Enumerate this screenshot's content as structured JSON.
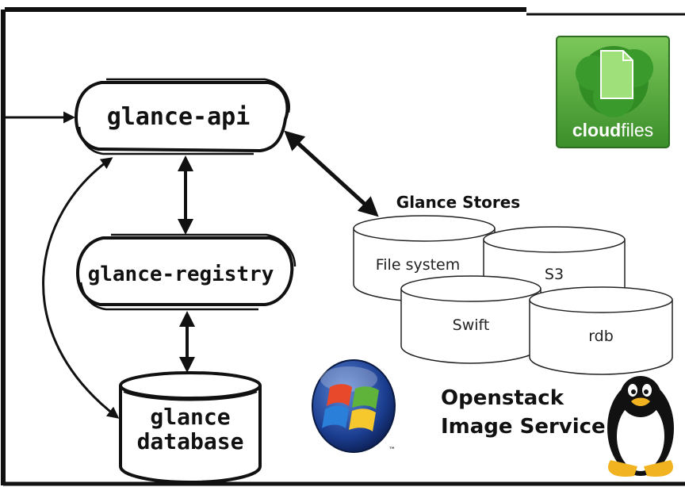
{
  "nodes": {
    "api": "glance-api",
    "registry": "glance-registry",
    "database_line1": "glance",
    "database_line2": "database"
  },
  "stores": {
    "title": "Glance Stores",
    "items": [
      "File system",
      "S3",
      "Swift",
      "rdb"
    ]
  },
  "caption": {
    "line1": "Openstack",
    "line2": "Image Service"
  },
  "logos": {
    "cloudfiles_prefix": "cloud",
    "cloudfiles_suffix": "files",
    "windows_mark": "™"
  },
  "colors": {
    "cloudfiles_green": "#3f9a2e",
    "stroke": "#111111"
  }
}
